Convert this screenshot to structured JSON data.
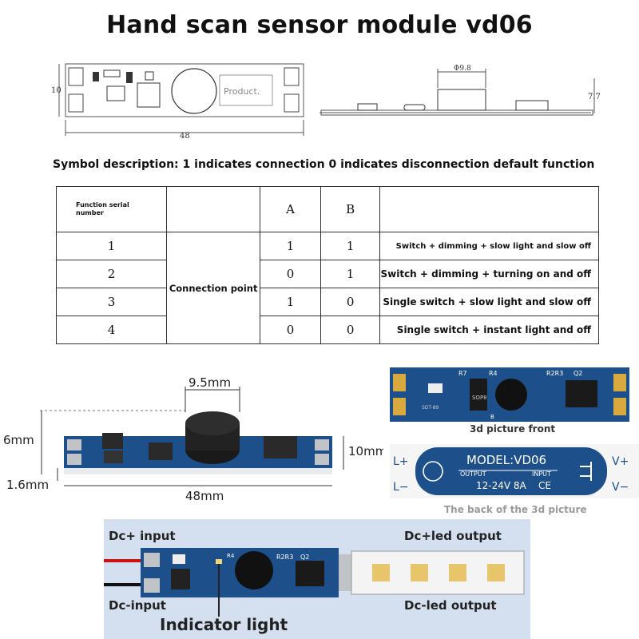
{
  "title": "Hand scan sensor module vd06",
  "top_drawing": {
    "product_text": "Product.",
    "dim_height": "10",
    "dim_length": "48",
    "dim_diameter": "Φ9.8",
    "dim_side_height": "7.7"
  },
  "symbol_description": "Symbol description: 1 indicates connection 0 indicates disconnection default function",
  "table": {
    "header_serial": "Function serial number",
    "header_a": "A",
    "header_b": "B",
    "connection_label": "Connection point",
    "rows": [
      {
        "num": "1",
        "a": "1",
        "b": "1",
        "desc": "Switch + dimming + slow light and slow off"
      },
      {
        "num": "2",
        "a": "0",
        "b": "1",
        "desc": "Switch + dimming + turning on and off"
      },
      {
        "num": "3",
        "a": "1",
        "b": "0",
        "desc": "Single switch + slow light and slow off"
      },
      {
        "num": "4",
        "a": "0",
        "b": "0",
        "desc": "Single switch + instant light and off"
      }
    ]
  },
  "photo_dims": {
    "top": "9.5mm",
    "height": "6mm",
    "right": "10mm",
    "thickness": "1.6mm",
    "length": "48mm"
  },
  "front_pcb": {
    "labels": [
      "R7",
      "R4",
      "R2R3",
      "Q2",
      "SOP8",
      "SDT-89",
      "B"
    ],
    "caption": "3d picture front"
  },
  "back_pcb": {
    "model": "MODEL:VD06",
    "output": "OUTPUT",
    "input": "INPUT",
    "rating": "12-24V 8A",
    "ce": "CE",
    "l_plus": "L+",
    "l_minus": "L−",
    "v_plus": "V+",
    "v_minus": "V−",
    "caption": "The back of the 3d picture"
  },
  "wiring": {
    "dc_plus_input": "Dc+ input",
    "dc_minus_input": "Dc-input",
    "dc_plus_led": "Dc+led output",
    "dc_minus_led": "Dc-led output",
    "indicator": "Indicator light",
    "board_labels": [
      "R2R3",
      "Q2",
      "R4"
    ]
  },
  "colors": {
    "pcb_blue": "#1d4f8a",
    "wiring_bg": "#d4e0f0",
    "led_strip": "#f4f4f4",
    "gold": "#d9a93f"
  }
}
